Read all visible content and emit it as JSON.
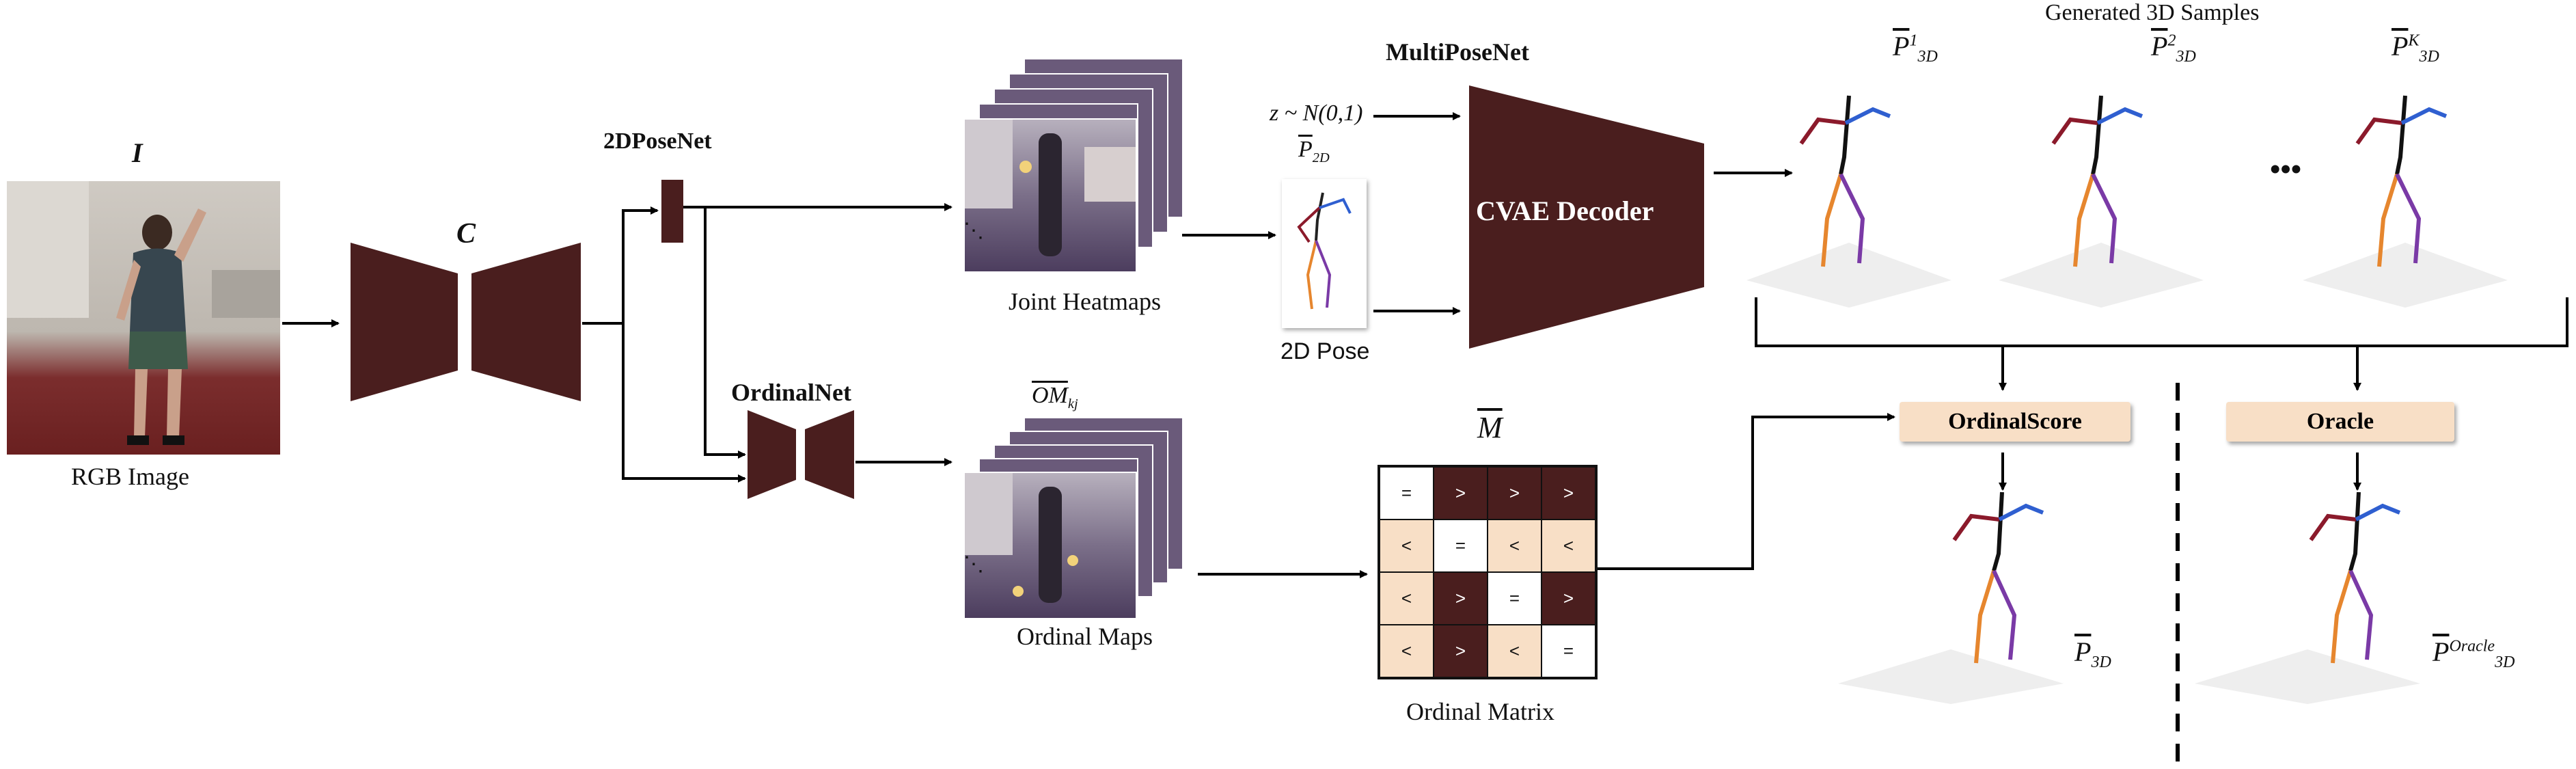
{
  "labels": {
    "input_symbol": "I",
    "rgb_image": "RGB Image",
    "c_symbol": "C",
    "pose2d_net": "2DPoseNet",
    "ordinal_net": "OrdinalNet",
    "joint_heatmaps": "Joint Heatmaps",
    "om_symbol": "OM",
    "om_sub": "kj",
    "ordinal_maps": "Ordinal Maps",
    "multiposenet": "MultiPoseNet",
    "z_prior": "z ~ N(0,1)",
    "p2d_symbol": "P",
    "p2d_sub": "2D",
    "pose2d_caption": "2D Pose",
    "cvae_decoder": "CVAE Decoder",
    "generated_title": "Generated 3D Samples",
    "p3d_symbol": "P",
    "p3d_sub": "3D",
    "sample1_sup": "1",
    "sample2_sup": "2",
    "sampleK_sup": "K",
    "ellipsis": "•••",
    "ordinal_score": "OrdinalScore",
    "oracle": "Oracle",
    "oracle_sup": "Oracle",
    "m_symbol": "M",
    "ordinal_matrix": "Ordinal Matrix",
    "dots": "⋱"
  },
  "matrix": [
    [
      "=",
      ">",
      ">",
      ">"
    ],
    [
      "<",
      "=",
      "<",
      "<"
    ],
    [
      "<",
      ">",
      "=",
      ">"
    ],
    [
      "<",
      ">",
      "<",
      "="
    ]
  ],
  "colors": {
    "panel": "#f8dfc6",
    "block": "#4a1e1e",
    "arrow": "#000000",
    "limb_right_leg": "#e6862e",
    "limb_left_leg": "#7a3aa6",
    "limb_right_arm": "#8b1a2b",
    "limb_left_arm": "#2f5fd0",
    "matrix_dark": "#4a1e1e",
    "matrix_light": "#f8dfc6",
    "matrix_white": "#ffffff"
  }
}
